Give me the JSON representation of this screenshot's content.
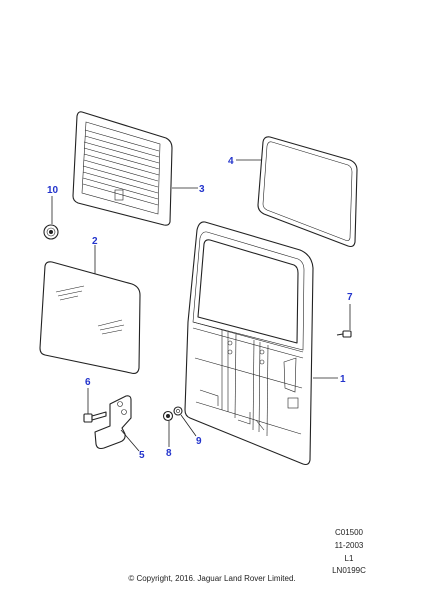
{
  "callouts": [
    {
      "id": "1",
      "label": "1"
    },
    {
      "id": "2",
      "label": "2"
    },
    {
      "id": "3",
      "label": "3"
    },
    {
      "id": "4",
      "label": "4"
    },
    {
      "id": "5",
      "label": "5"
    },
    {
      "id": "6",
      "label": "6"
    },
    {
      "id": "7",
      "label": "7"
    },
    {
      "id": "8",
      "label": "8"
    },
    {
      "id": "9",
      "label": "9"
    },
    {
      "id": "10",
      "label": "10"
    }
  ],
  "meta": {
    "code": "C01500",
    "date": "11-2003",
    "level": "L1",
    "ref": "LN0199C"
  },
  "copyright": "© Copyright, 2016. Jaguar Land Rover Limited.",
  "colors": {
    "callout": "#2233cc",
    "line": "#222222"
  }
}
